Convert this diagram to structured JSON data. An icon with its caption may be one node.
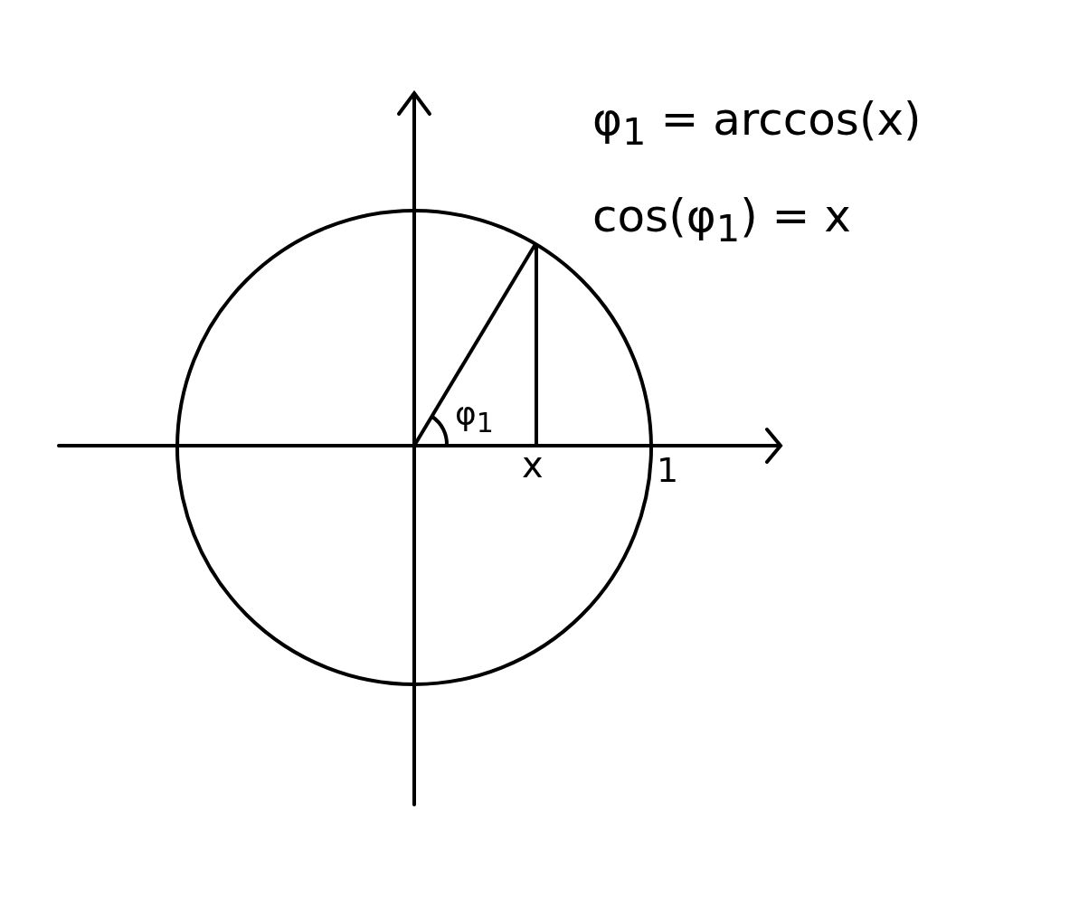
{
  "diagram": {
    "labels": [
      "φ$_{1}$ = arccos(x)",
      "cos(φ$_{1}$) = x",
      "φ$_{1}$",
      "x",
      "1"
    ]
  }
}
